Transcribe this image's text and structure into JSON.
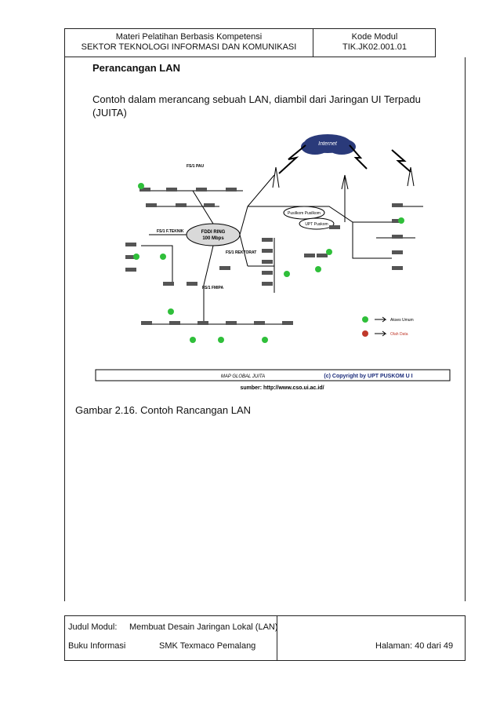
{
  "header": {
    "left_line1": "Materi Pelatihan Berbasis Kompetensi",
    "left_line2": "SEKTOR TEKNOLOGI INFORMASI DAN KOMUNIKASI",
    "right_line1": "Kode Modul",
    "right_line2": "TIK.JK02.001.01"
  },
  "section_title": "Perancangan LAN",
  "paragraph_line1": "Contoh dalam merancang sebuah LAN, diambil dari Jaringan UI Terpadu",
  "paragraph_line2": "(JUITA)",
  "figure": {
    "cloud_label": "Internet",
    "ring_line1": "FDDI RING",
    "ring_line2": "100 Mbps",
    "node_pau": "FS/1 PAU",
    "node_teknik": "FS/1 F.TEKNIK",
    "node_rektorat": "FS/1 REKTORAT",
    "node_fmipa": "FS/1 FMIPA",
    "node_pusilkom": "Pusilkom Pusilkom",
    "node_upt": "UPT Puskom",
    "legend_akses": "Akses Umum",
    "legend_olah": "Olah Data",
    "banner_left": "MAP GLOBAL JUITA",
    "banner_right": "(c) Copyright  by  UPT PUSKOM  U I",
    "source": "sumber: http://www.cso.ui.ac.id/"
  },
  "caption": "Gambar 2.16. Contoh Rancangan LAN",
  "footer": {
    "judul_label": "Judul Modul:",
    "judul_value": "Membuat Desain Jaringan Lokal (LAN)",
    "buku": "Buku Informasi",
    "school": "SMK Texmaco Pemalang",
    "page": "Halaman: 40 dari 49"
  }
}
